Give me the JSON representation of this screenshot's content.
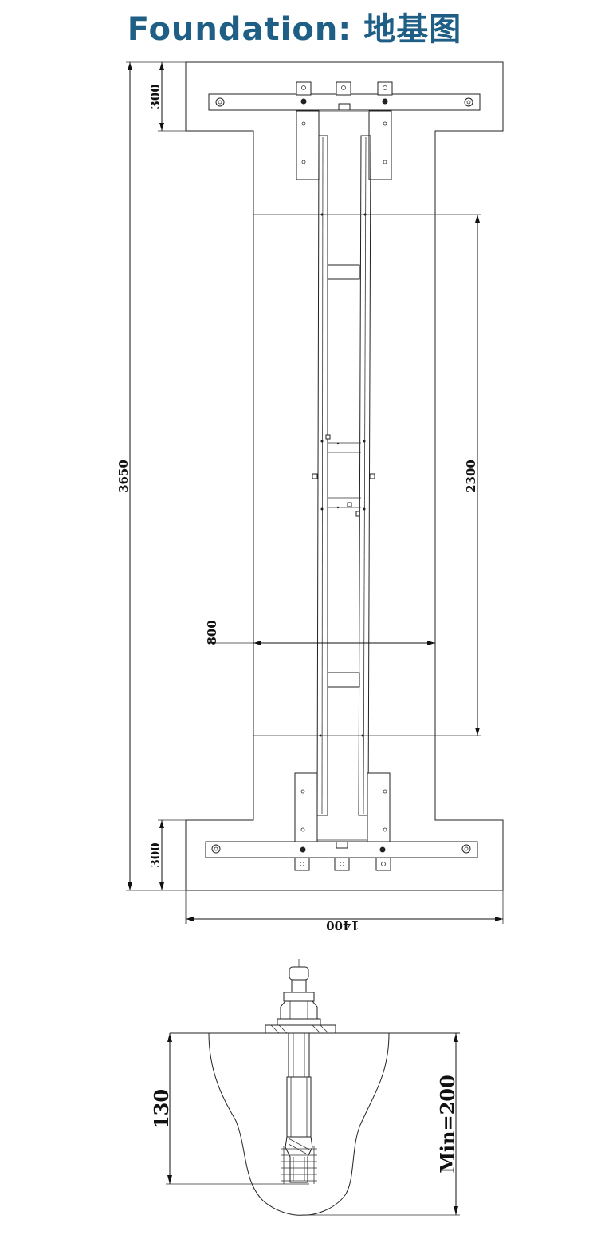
{
  "header": {
    "title": "Foundation: 地基图"
  },
  "plan": {
    "dim_total_length": "3650",
    "dim_top_end": "300",
    "dim_bottom_end": "300",
    "dim_rail_span": "2300",
    "dim_middle_width": "800",
    "dim_total_width": "1400"
  },
  "anchor": {
    "dim_embed_depth": "130",
    "dim_min_depth": "Min=200"
  },
  "colors": {
    "title": "#1f5f86",
    "lines": "#222222"
  }
}
